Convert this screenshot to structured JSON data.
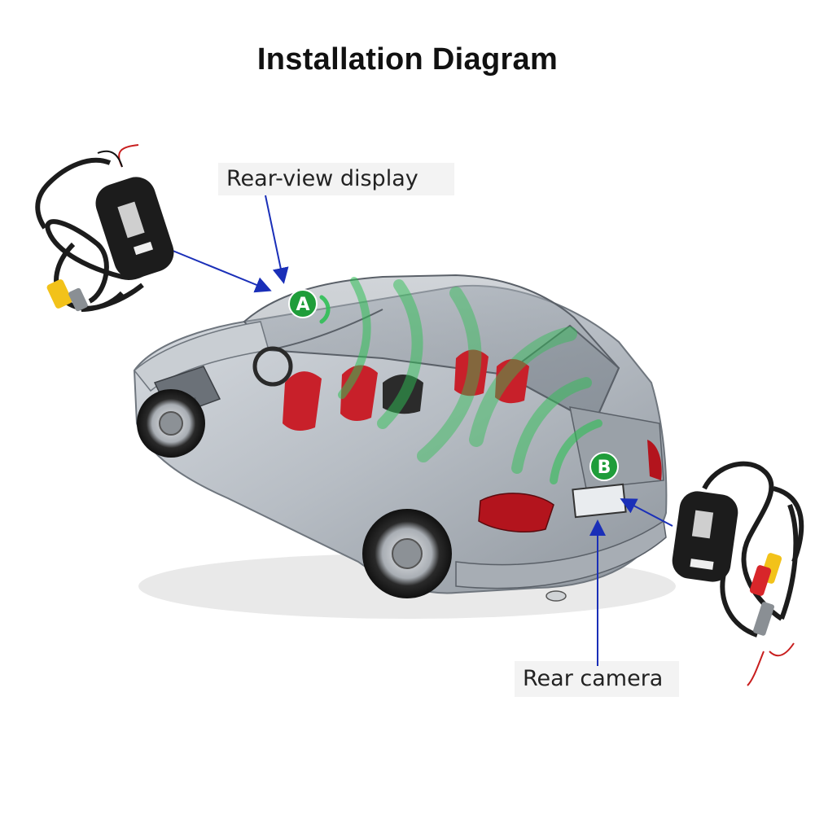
{
  "title": "Installation  Diagram",
  "labels": {
    "display": "Rear-view display",
    "camera": "Rear camera"
  },
  "markers": {
    "a": "A",
    "b": "B"
  },
  "colors": {
    "arrow": "#1a2fb8",
    "marker": "#1f9d3a",
    "signal": "#2fbf55",
    "car_body": "#b9bfc6",
    "seat_red": "#c8202a",
    "module": "#1c1c1c",
    "rca_yellow": "#f2c21a",
    "rca_red": "#d8262a"
  }
}
